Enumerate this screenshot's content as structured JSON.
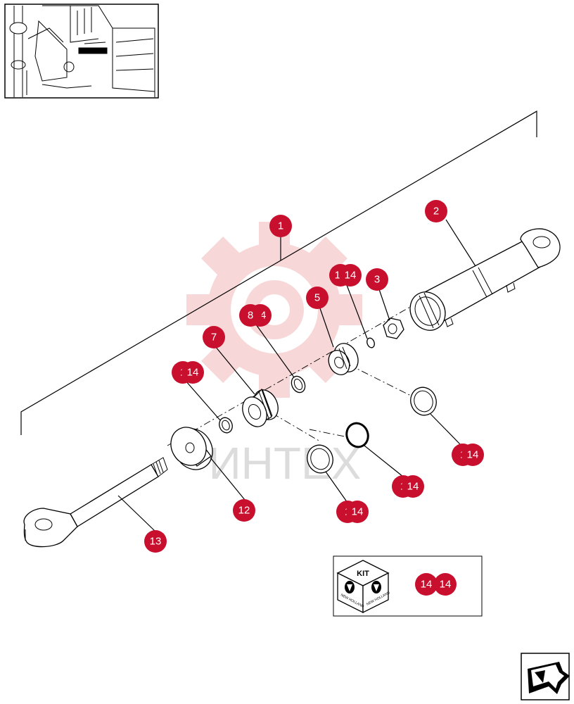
{
  "diagram": {
    "callouts": [
      {
        "id": "c1",
        "label": "1"
      },
      {
        "id": "c2",
        "label": "2"
      },
      {
        "id": "c3",
        "label": "3"
      },
      {
        "id": "c4a",
        "label": "14"
      },
      {
        "id": "c4b",
        "label": "14"
      },
      {
        "id": "c5",
        "label": "5"
      },
      {
        "id": "c6a",
        "label": "8"
      },
      {
        "id": "c6b",
        "label": "14"
      },
      {
        "id": "c7",
        "label": "7"
      },
      {
        "id": "c8a",
        "label": "1"
      },
      {
        "id": "c8b",
        "label": "14"
      },
      {
        "id": "c9a",
        "label": "1"
      },
      {
        "id": "c9b",
        "label": "14"
      },
      {
        "id": "c10a",
        "label": "1"
      },
      {
        "id": "c10b",
        "label": "14"
      },
      {
        "id": "c11a",
        "label": "1"
      },
      {
        "id": "c11b",
        "label": "14"
      },
      {
        "id": "c12",
        "label": "12"
      },
      {
        "id": "c13",
        "label": "13"
      }
    ],
    "kit_box": {
      "kit_label": "KIT",
      "brand_text": "NEW HOLLAND",
      "ref_a": "14",
      "ref_b": "14"
    },
    "watermark_text": "ИНТЕХ",
    "colors": {
      "callout": "#c8102e",
      "watermark": "#f2b8b8"
    },
    "icons": {
      "location_thumbnail": "tractor-detail-thumbnail",
      "next_page": "arrow-next-page-icon"
    }
  }
}
